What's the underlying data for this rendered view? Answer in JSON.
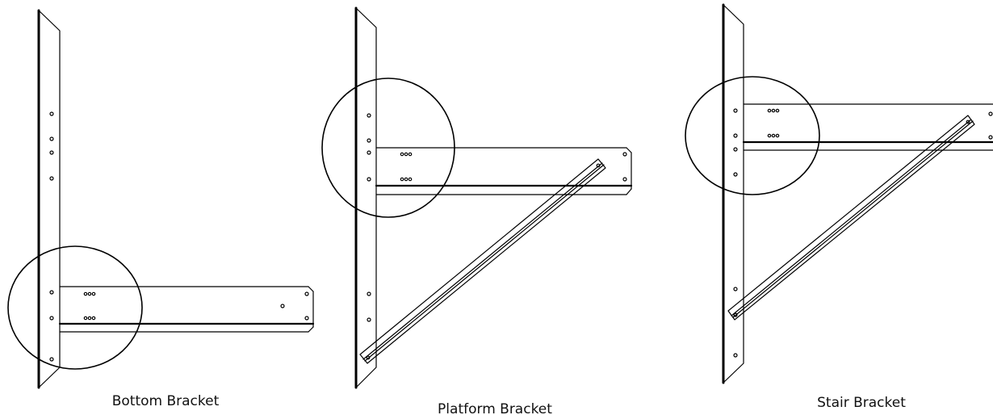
{
  "figure": {
    "captions": {
      "bottom": "Bottom Bracket",
      "platform": "Platform Bracket",
      "stair": "Stair Bracket"
    },
    "colors": {
      "line": "#000000",
      "background": "#ffffff"
    }
  }
}
